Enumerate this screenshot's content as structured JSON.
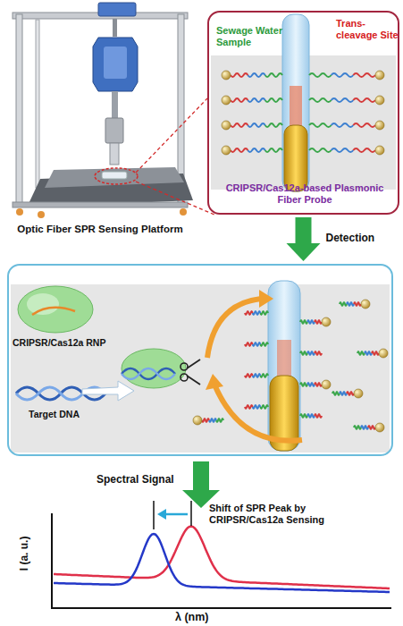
{
  "diagram": {
    "nodes": [
      {
        "text": [
          "Sewage Water Sample",
          "Trans-cleavage Site",
          "CRIPSR/Cas12a-based Plasmonic Fiber Probe"
        ]
      },
      {
        "text": [
          "CRIPSR/Cas12a RNP",
          "Target DNA"
        ]
      }
    ],
    "edges": [
      {
        "from": 0,
        "to": 1,
        "arrow": "to",
        "label": "Detection"
      }
    ],
    "labels": [
      "Optic Fiber SPR Sensing Platform",
      "Spectral Signal",
      "Shift of SPR Peak by CRIPSR/Cas12a Sensing",
      "I (a. u.)",
      "λ (nm)"
    ]
  }
}
